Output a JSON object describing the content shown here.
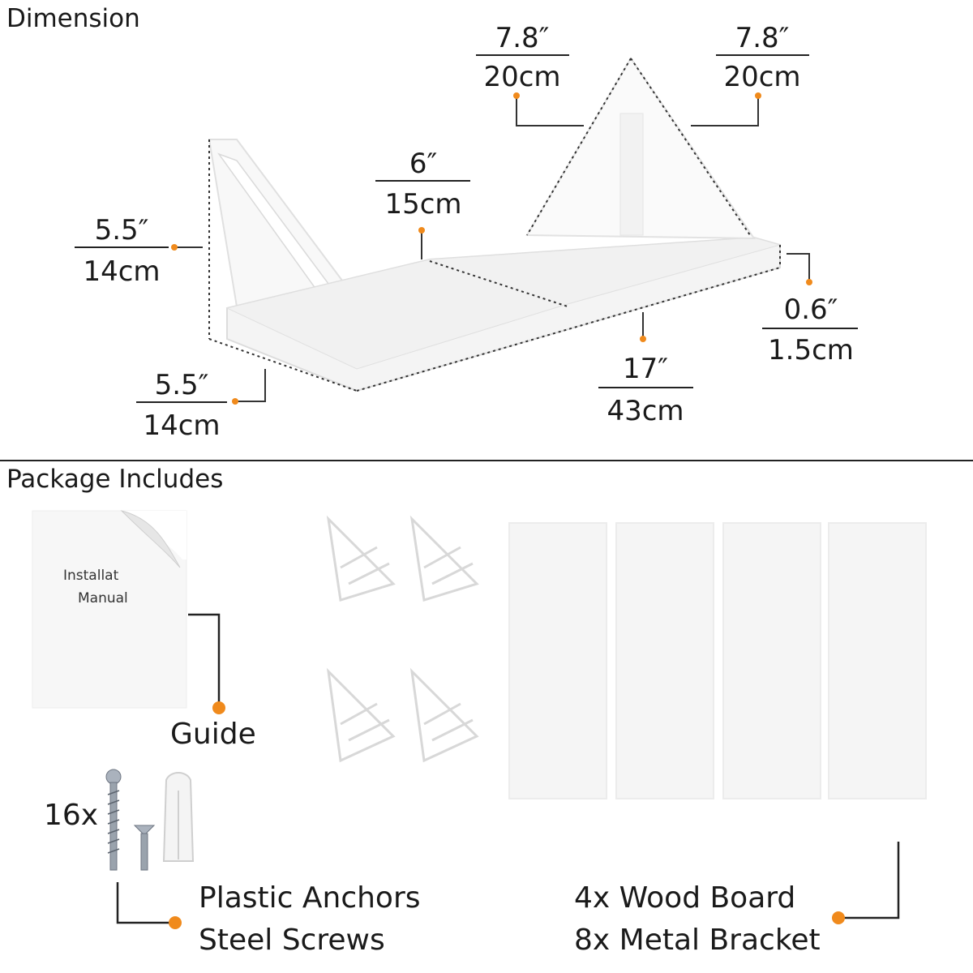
{
  "sections": {
    "dimension": "Dimension",
    "package": "Package Includes"
  },
  "dimensions": {
    "bracket_height_left": {
      "inch": "7.8″",
      "cm": "20cm"
    },
    "bracket_height_right": {
      "inch": "7.8″",
      "cm": "20cm"
    },
    "shelf_depth": {
      "inch": "6″",
      "cm": "15cm"
    },
    "bracket_side_height": {
      "inch": "5.5″",
      "cm": "14cm"
    },
    "bracket_side_depth": {
      "inch": "5.5″",
      "cm": "14cm"
    },
    "thickness": {
      "inch": "0.6″",
      "cm": "1.5cm"
    },
    "length": {
      "inch": "17″",
      "cm": "43cm"
    }
  },
  "package": {
    "manual_line1": "Installat",
    "manual_line2": "Manual",
    "guide_label": "Guide",
    "hardware_count": "16x",
    "hardware_line1": "Plastic Anchors",
    "hardware_line2": "Steel Screws",
    "boards_line1": "4x Wood Board",
    "boards_line2": "8x Metal Bracket"
  },
  "colors": {
    "accent_dot": "#f08a1c",
    "leader_line": "#1a1a1a",
    "shelf": "#f6f6f6"
  }
}
